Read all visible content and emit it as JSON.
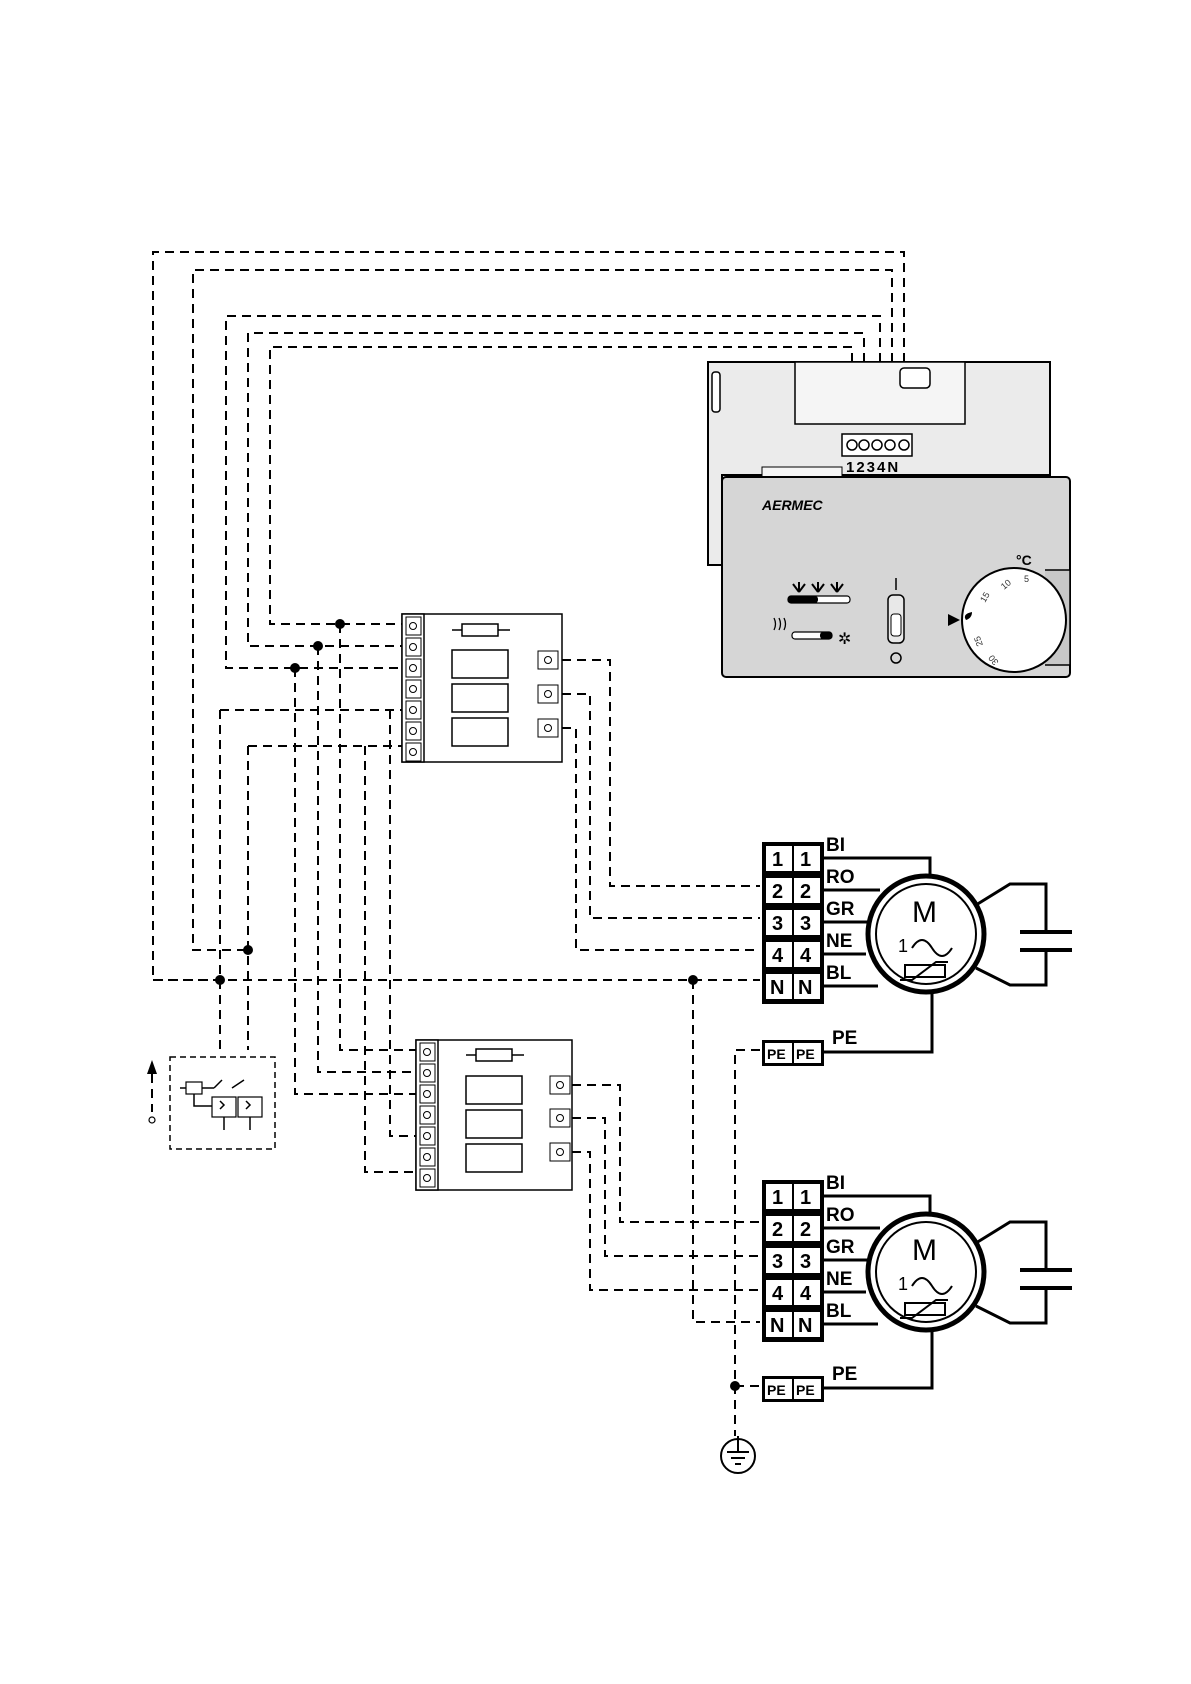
{
  "thermostat": {
    "brand": "AERMEC",
    "terminal_labels": "1234N",
    "unit": "°C",
    "dial_values": [
      "5",
      "10",
      "15",
      "25",
      "30"
    ]
  },
  "motor_1": {
    "symbol": "M",
    "phase": "1",
    "wire_labels": [
      "BI",
      "RO",
      "GR",
      "NE",
      "BL"
    ],
    "terminals": [
      "1",
      "2",
      "3",
      "4",
      "N"
    ],
    "pe_wire": "PE",
    "pe_terminal": "PE"
  },
  "motor_2": {
    "symbol": "M",
    "phase": "1",
    "wire_labels": [
      "BI",
      "RO",
      "GR",
      "NE",
      "BL"
    ],
    "terminals": [
      "1",
      "2",
      "3",
      "4",
      "N"
    ],
    "pe_wire": "PE",
    "pe_terminal": "PE"
  }
}
